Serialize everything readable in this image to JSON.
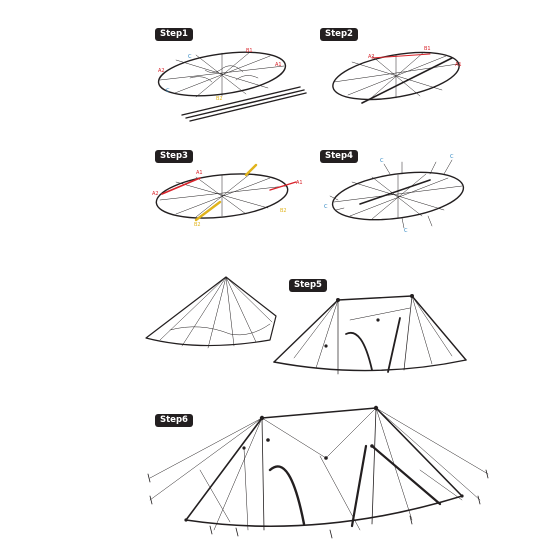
{
  "steps": [
    {
      "label": "Step1"
    },
    {
      "label": "Step2"
    },
    {
      "label": "Step3"
    },
    {
      "label": "Step4"
    },
    {
      "label": "Step5"
    },
    {
      "label": "Step6"
    }
  ],
  "markers": {
    "a1": "A1",
    "a2": "A2",
    "b1": "B1",
    "b2": "B2",
    "c": "C"
  },
  "colors": {
    "line": "#231f20",
    "a_marker": "#d8232a",
    "b_marker": "#e0b31c",
    "c_marker": "#2e86c1"
  }
}
